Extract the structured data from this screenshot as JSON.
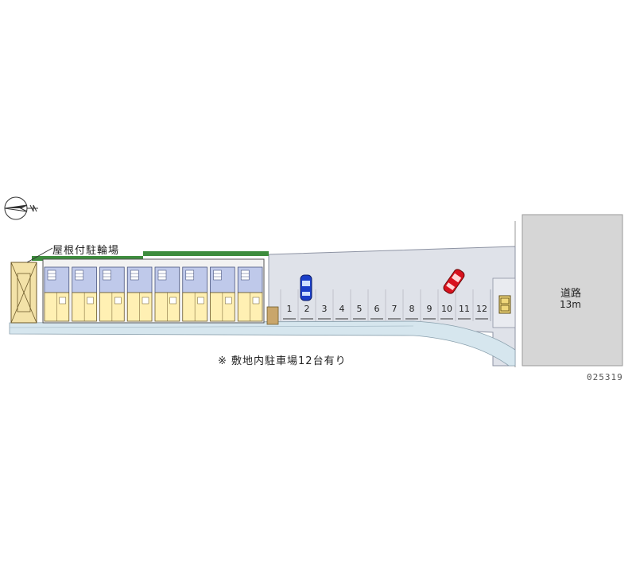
{
  "labels": {
    "bicycle_parking": "屋根付駐輪場",
    "road_name": "道路",
    "road_width": "13m",
    "parking_note": "※ 敷地内駐車場12台有り",
    "property_code": "025319"
  },
  "parking": {
    "spaces": [
      "1",
      "2",
      "3",
      "4",
      "5",
      "6",
      "7",
      "8",
      "9",
      "10",
      "11",
      "12"
    ],
    "occupied_car_colors": {
      "2": "#1a3ec8",
      "10": "#d8121e"
    }
  },
  "icons": {
    "compass": "north-arrow-icon",
    "building": "apartment-building",
    "bike_shelter": "bicycle-shelter"
  },
  "colors": {
    "site_pavement": "#dfe2e9",
    "road_fill": "#d6d6d6",
    "building_fill": "#fff0b3",
    "building_roof": "#bfc9ea",
    "waterway": "#d6e6ee",
    "hedge": "#3d8c3d",
    "car_blue": "#1a3ec8",
    "car_red": "#d8121e"
  }
}
